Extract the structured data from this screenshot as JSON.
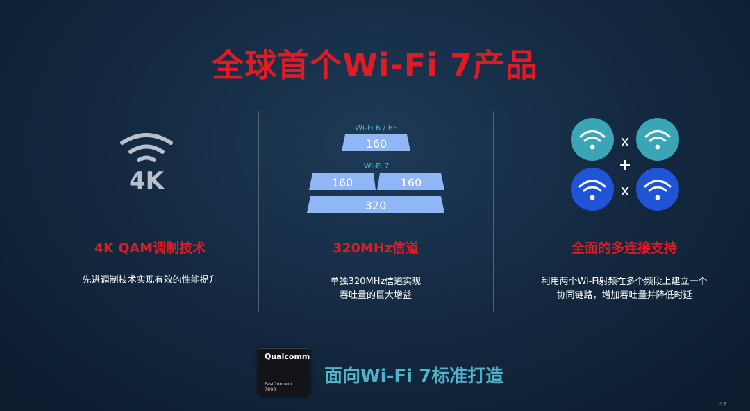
{
  "slide": {
    "title": "全球首个Wi-Fi 7产品",
    "page_number": "47"
  },
  "columns": [
    {
      "icon_text": "4K",
      "heading": "4K QAM调制技术",
      "description": [
        "先进调制技术实现有效的性能提升"
      ]
    },
    {
      "heading": "320MHz信道",
      "description": [
        "单独320MHz信道实现",
        "吞吐量的巨大增益"
      ],
      "diagram": {
        "legacy_label": "Wi-Fi 6 / 6E",
        "legacy_value": "160",
        "new_label": "Wi-Fi 7",
        "split_values": [
          "160",
          "160"
        ],
        "combined_value": "320"
      }
    },
    {
      "heading": "全面的多连接支持",
      "description": [
        "利用两个Wi-Fi射频在多个频段上建立一个",
        "协同链路，增加吞吐量并降低时延"
      ],
      "multiply_symbol": "x",
      "plus_symbol": "+"
    }
  ],
  "footer": {
    "text": "面向Wi-Fi 7标准打造",
    "chip_brand": "Qualcomm",
    "chip_product": "FastConnect",
    "chip_model": "7800"
  },
  "colors": {
    "accent_red": "#e01b24",
    "teal": "#4fb3c9",
    "bar_blue": "#8fb6f5",
    "teal_circle": "#3aa5b5",
    "blue_circle": "#1f54d6"
  }
}
